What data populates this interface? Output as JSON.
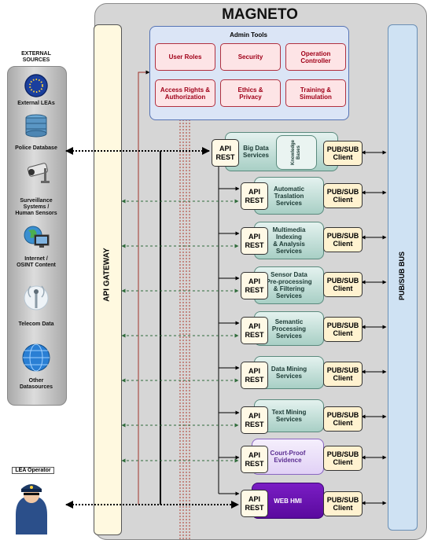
{
  "title": "MAGNETO",
  "external": {
    "heading": "EXTERNAL\nSOURCES",
    "sources": [
      {
        "label": "External LEAs",
        "icon": "eu-flag-icon"
      },
      {
        "label": "Police Database",
        "icon": "database-icon"
      },
      {
        "label": "Surveillance\nSystems /\nHuman Sensors",
        "icon": "cctv-camera-icon"
      },
      {
        "label": "Internet /\nOSINT Content",
        "icon": "globe-monitor-icon"
      },
      {
        "label": "Telecom Data",
        "icon": "antenna-icon"
      },
      {
        "label": "Other\nDatasources",
        "icon": "network-globe-icon"
      }
    ]
  },
  "operator": {
    "label": "LEA Operator",
    "icon": "police-officer-icon"
  },
  "api_gateway": "API GATEWAY",
  "pubsub_bus": "PUB/SUB BUS",
  "admin": {
    "title": "Admin Tools",
    "items": [
      "User Roles",
      "Security",
      "Operation\nController",
      "Access Rights &\nAuthorization",
      "Ethics &\nPrivacy",
      "Training &\nSimulation"
    ]
  },
  "api_label": "API\nREST",
  "pubsub_label": "PUB/SUB\nClient",
  "knowledge_label": "Knowledge\nBases",
  "services": [
    {
      "name": "Big Data\nServices"
    },
    {
      "name": "Automatic\nTraslation\nServices"
    },
    {
      "name": "Multimedia\nIndexing\n& Analysis\nServices"
    },
    {
      "name": "Sensor Data\nPre-processing\n& Filtering\nServices"
    },
    {
      "name": "Semantic\nProcessing\nServices"
    },
    {
      "name": "Data Mining\nServices"
    },
    {
      "name": "Text Mining\nServices"
    },
    {
      "name": "Court-Proof\nEvidence"
    },
    {
      "name": "WEB HMI"
    }
  ],
  "colors": {
    "service": "#a8cfc5",
    "court_proof": "#e8dcf7",
    "web_hmi": "#6a0dad",
    "admin_item": "#fde4e6",
    "bus": "#cfe2f3",
    "gateway": "#fff9e0"
  }
}
